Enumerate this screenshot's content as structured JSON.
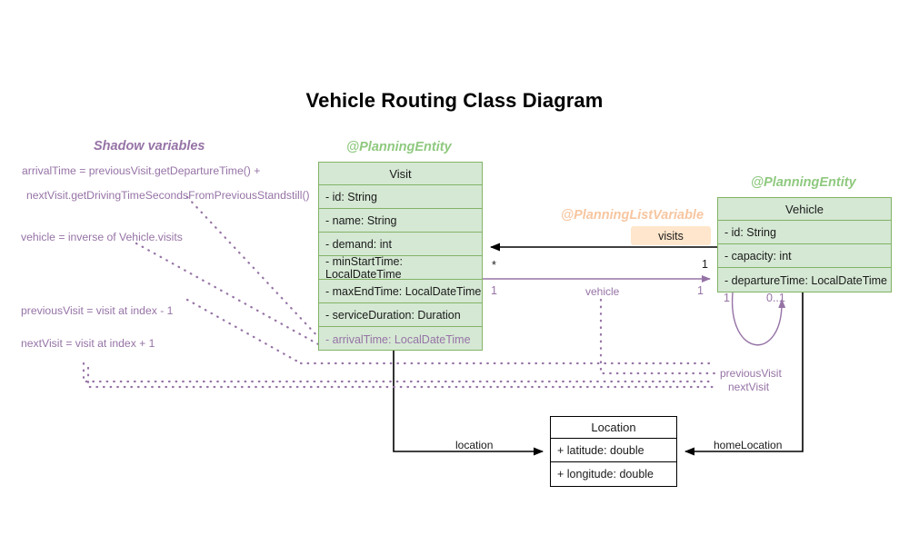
{
  "diagram": {
    "title": "Vehicle Routing Class Diagram",
    "shadow_panel": {
      "heading": "Shadow variables",
      "lines": [
        "arrivalTime = previousVisit.getDepartureTime() +",
        "nextVisit.getDrivingTimeSecondsFromPreviousStandstill()",
        "vehicle = inverse of Vehicle.visits",
        "previousVisit = visit at index - 1",
        "nextVisit = visit at index + 1"
      ]
    },
    "classes": [
      {
        "id": "visit",
        "stereotype": "@PlanningEntity",
        "name": "Visit",
        "attributes": [
          {
            "text": "- id: String",
            "shadow": false
          },
          {
            "text": "- name: String",
            "shadow": false
          },
          {
            "text": "- demand: int",
            "shadow": false
          },
          {
            "text": "- minStartTime: LocalDateTime",
            "shadow": false
          },
          {
            "text": "- maxEndTime: LocalDateTime",
            "shadow": false
          },
          {
            "text": "- serviceDuration: Duration",
            "shadow": false
          },
          {
            "text": "- arrivalTime: LocalDateTime",
            "shadow": true
          }
        ]
      },
      {
        "id": "vehicle",
        "stereotype": "@PlanningEntity",
        "name": "Vehicle",
        "attributes": [
          {
            "text": "- id: String",
            "shadow": false
          },
          {
            "text": "- capacity: int",
            "shadow": false
          },
          {
            "text": "- departureTime: LocalDateTime",
            "shadow": false
          }
        ]
      },
      {
        "id": "location",
        "stereotype": "",
        "name": "Location",
        "attributes": [
          {
            "text": "+ latitude: double",
            "shadow": false
          },
          {
            "text": "+ longitude: double",
            "shadow": false
          }
        ]
      }
    ],
    "annotations": {
      "planning_list_variable": "@PlanningListVariable",
      "visits_badge": "visits"
    },
    "relations": {
      "visits_role": "visits",
      "visits_mult_source": "*",
      "visits_mult_target": "1",
      "vehicle_role": "vehicle",
      "vehicle_mult_source": "1",
      "vehicle_mult_target": "1",
      "previous_visit_role": "previousVisit",
      "next_visit_role": "nextVisit",
      "self_mult_left": "1",
      "self_mult_right": "0..1",
      "location_role": "location",
      "home_location_role": "homeLocation"
    },
    "colors": {
      "entity_fill": "#d5e8d4",
      "entity_stroke": "#82b366",
      "stereotype_green": "#8fc97f",
      "badge_fill": "#ffe6cc",
      "stereotype_orange": "#f7c6a0",
      "shadow_purple": "#9673a6",
      "plain_stroke": "#000000"
    }
  }
}
